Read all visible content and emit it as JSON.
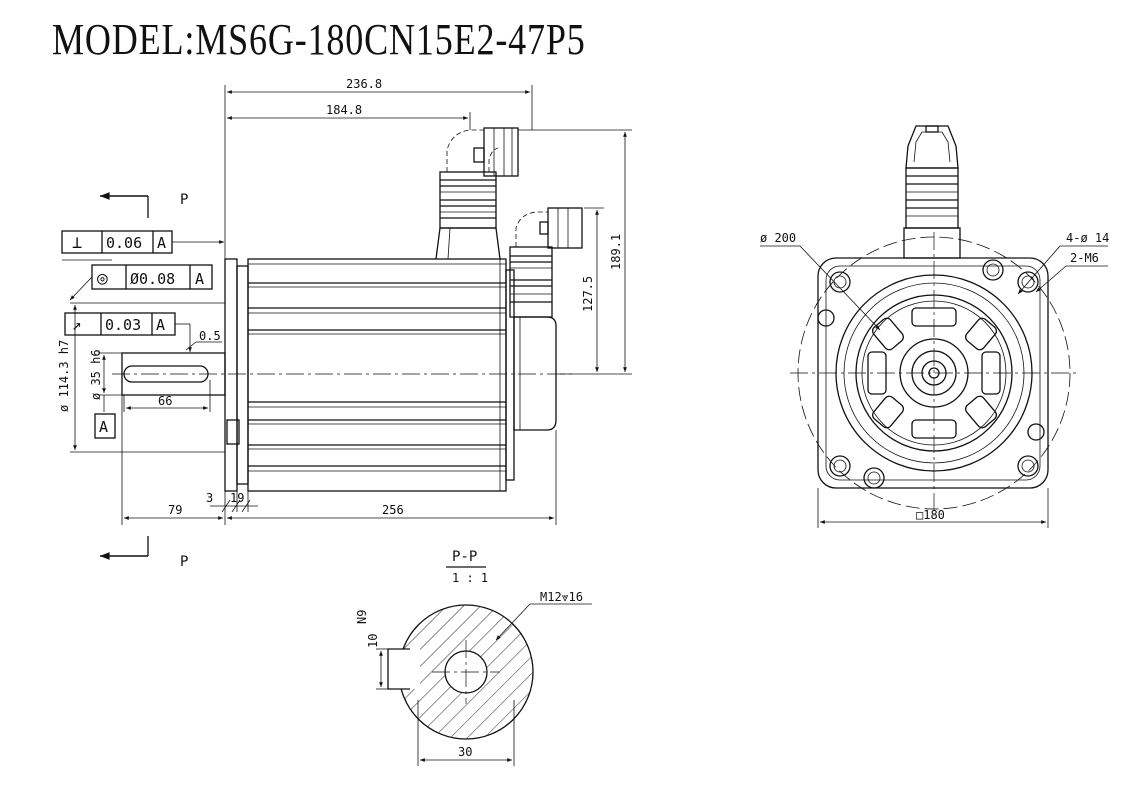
{
  "title": "MODEL:MS6G-180CN15E2-47P5",
  "side_view": {
    "dims": {
      "overall_length": "236.8",
      "connector_offset": "184.8",
      "height_top": "189.1",
      "height_mid": "127.5",
      "flange_tolerance": "0.5",
      "shaft_key_length": "66",
      "shaft_length": "79",
      "flange_thickness_a": "3",
      "flange_thickness_b": "19",
      "body_length": "256",
      "pilot_diameter": "ø 114.3 h7",
      "shaft_diameter": "ø 35 h6"
    },
    "tolerances": {
      "perpendicularity": {
        "symbol": "⊥",
        "value": "0.06",
        "datum": "A"
      },
      "concentricity": {
        "symbol": "◎",
        "value": "Ø0.08",
        "datum": "A"
      },
      "runout": {
        "symbol": "↗",
        "value": "0.03",
        "datum": "A"
      }
    },
    "datum_label": "A",
    "section_label_top": "P",
    "section_label_bottom": "P"
  },
  "front_view": {
    "bolt_circle": "ø 200",
    "holes": "4-ø 14",
    "threads": "2-M6",
    "flange_size": "□180"
  },
  "section_view": {
    "title": "P-P",
    "scale": "1 : 1",
    "key_tolerance": "N9",
    "key_width": "10",
    "tap": "M12",
    "tap_depth": "16",
    "diameter": "30"
  }
}
